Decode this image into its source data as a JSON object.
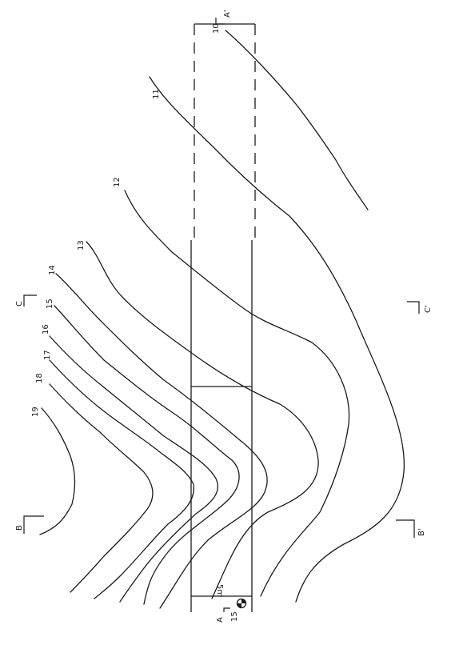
{
  "contours": [
    {
      "label": "10"
    },
    {
      "label": "11"
    },
    {
      "label": "12"
    },
    {
      "label": "13"
    },
    {
      "label": "14"
    },
    {
      "label": "15"
    },
    {
      "label": "16"
    },
    {
      "label": "17"
    },
    {
      "label": "18"
    },
    {
      "label": "19"
    }
  ],
  "sections": {
    "a": "A",
    "a_prime": "A'",
    "b": "B",
    "b_prime": "B'",
    "c": "C",
    "c_prime": "C'"
  },
  "benchmark": {
    "value": "15"
  },
  "width_label": "5m"
}
